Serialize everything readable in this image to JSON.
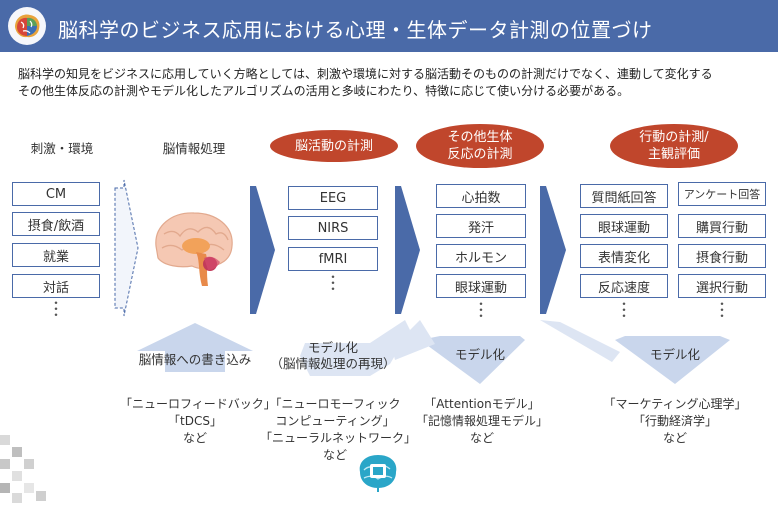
{
  "header": {
    "title": "脳科学のビジネス応用における心理・生体データ計測の位置づけ"
  },
  "intro": {
    "line1": "脳科学の知見をビジネスに応用していく方略としては、刺激や環境に対する脳活動そのものの計測だけでなく、連動して変化する",
    "line2": "その他生体反応の計測やモデル化したアルゴリズムの活用と多岐にわたり、特徴に応じて使い分ける必要がある。"
  },
  "columns": {
    "stimulus": {
      "label": "刺激・環境",
      "items": [
        "CM",
        "摂食/飲酒",
        "就業",
        "対話"
      ]
    },
    "processing": {
      "label": "脳情報処理"
    },
    "brain": {
      "label": "脳活動の計測",
      "items": [
        "EEG",
        "NIRS",
        "fMRI"
      ]
    },
    "bio": {
      "label_line1": "その他生体",
      "label_line2": "反応の計測",
      "items": [
        "心拍数",
        "発汗",
        "ホルモン",
        "眼球運動"
      ]
    },
    "behavior": {
      "label_line1": "行動の計測/",
      "label_line2": "主観評価",
      "left_items": [
        "質問紙回答",
        "眼球運動",
        "表情変化",
        "反応速度"
      ],
      "right_items": [
        "アンケート回答",
        "購買行動",
        "摂食行動",
        "選択行動"
      ]
    }
  },
  "dots": "・\n・\n・",
  "bottom": {
    "writing": {
      "arrow_label": "脳情報への書き込み",
      "lines": [
        "「ニューロフィードバック」",
        "「tDCS」",
        "など"
      ]
    },
    "neuromorphic": {
      "arrow_line1": "モデル化",
      "arrow_line2": "（脳情報処理の再現）",
      "lines": [
        "「ニューロモーフィック",
        "コンピューティング」",
        "「ニューラルネットワーク」",
        "など"
      ]
    },
    "attention": {
      "arrow_label": "モデル化",
      "lines": [
        "「Attentionモデル」",
        "「記憶情報処理モデル」",
        "など"
      ]
    },
    "marketing": {
      "arrow_label": "モデル化",
      "lines": [
        "「マーケティング心理学」",
        "「行動経済学」",
        "など"
      ]
    }
  },
  "colors": {
    "header": "#4a6aa8",
    "accent": "#c0462c",
    "box_border": "#4a6aa8",
    "arrow": "#4a6aa8",
    "light_arrow": "#c9d6ec"
  },
  "icons": {
    "logo": "brain-logo-icon",
    "brain": "brain-illustration-icon",
    "ai": "ai-brain-icon"
  }
}
